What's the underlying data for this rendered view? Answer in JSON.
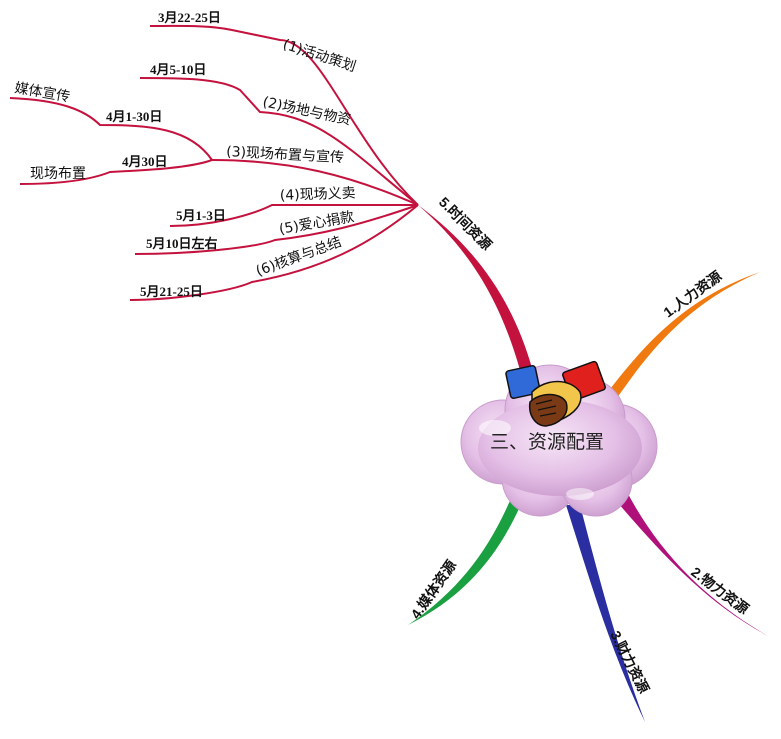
{
  "center": {
    "title": "三、资源配置"
  },
  "branches": {
    "human": {
      "label": "1.人力资源",
      "color": "#f07a10"
    },
    "material": {
      "label": "2.物力资源",
      "color": "#b0107a"
    },
    "finance": {
      "label": "3.财力资源",
      "color": "#2a2ea0"
    },
    "media": {
      "label": "4.媒体资源",
      "color": "#1aa040"
    },
    "time": {
      "label": "5.时间资源",
      "color": "#c4123e"
    }
  },
  "time_items": [
    {
      "label": "(1)活动策划",
      "date": "3月22-25日"
    },
    {
      "label": "(2)场地与物资",
      "date": "4月5-10日"
    },
    {
      "label": "(3)现场布置与宣传",
      "sub": [
        {
          "date": "4月1-30日",
          "leaf": "媒体宣传"
        },
        {
          "date": "4月30日",
          "leaf": "现场布置"
        }
      ]
    },
    {
      "label": "(4)现场义卖",
      "date": "5月1-3日"
    },
    {
      "label": "(5)爱心捐款",
      "date": "5月10日左右"
    },
    {
      "label": "(6)核算与总结",
      "date": "5月21-25日"
    }
  ]
}
